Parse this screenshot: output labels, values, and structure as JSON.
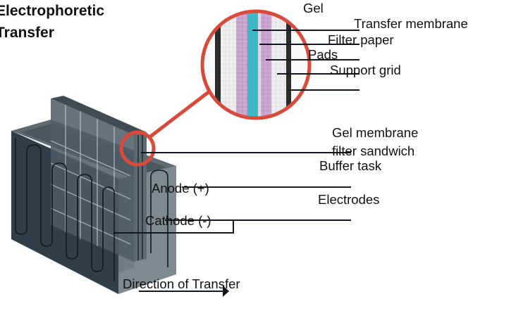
{
  "title": {
    "line1": "Electrophoretic",
    "line2": "Transfer"
  },
  "colors": {
    "magnifier": "#d94a3a",
    "gel": "#3bb8c8",
    "filter_paper": "#c9a4cf",
    "pads": "#e6e6e8",
    "grid": "#2a2c2c",
    "tank_dark": "#2c3a44",
    "tank_light": "#7a8890",
    "leader_line": "#111820"
  },
  "inset_labels": {
    "gel": "Gel",
    "transfer_membrane": "Transfer membrane",
    "filter_paper": "Filter paper",
    "pads": "Pads",
    "support_grid": "Support grid"
  },
  "labels": {
    "sandwich_line1": "Gel membrane",
    "sandwich_line2": "filter sandwich",
    "buffer_tank": "Buffer task",
    "anode": "Anode (+)",
    "electrodes": "Electrodes",
    "cathode": "Cathode (-)",
    "direction": "Direction of Transfer"
  }
}
